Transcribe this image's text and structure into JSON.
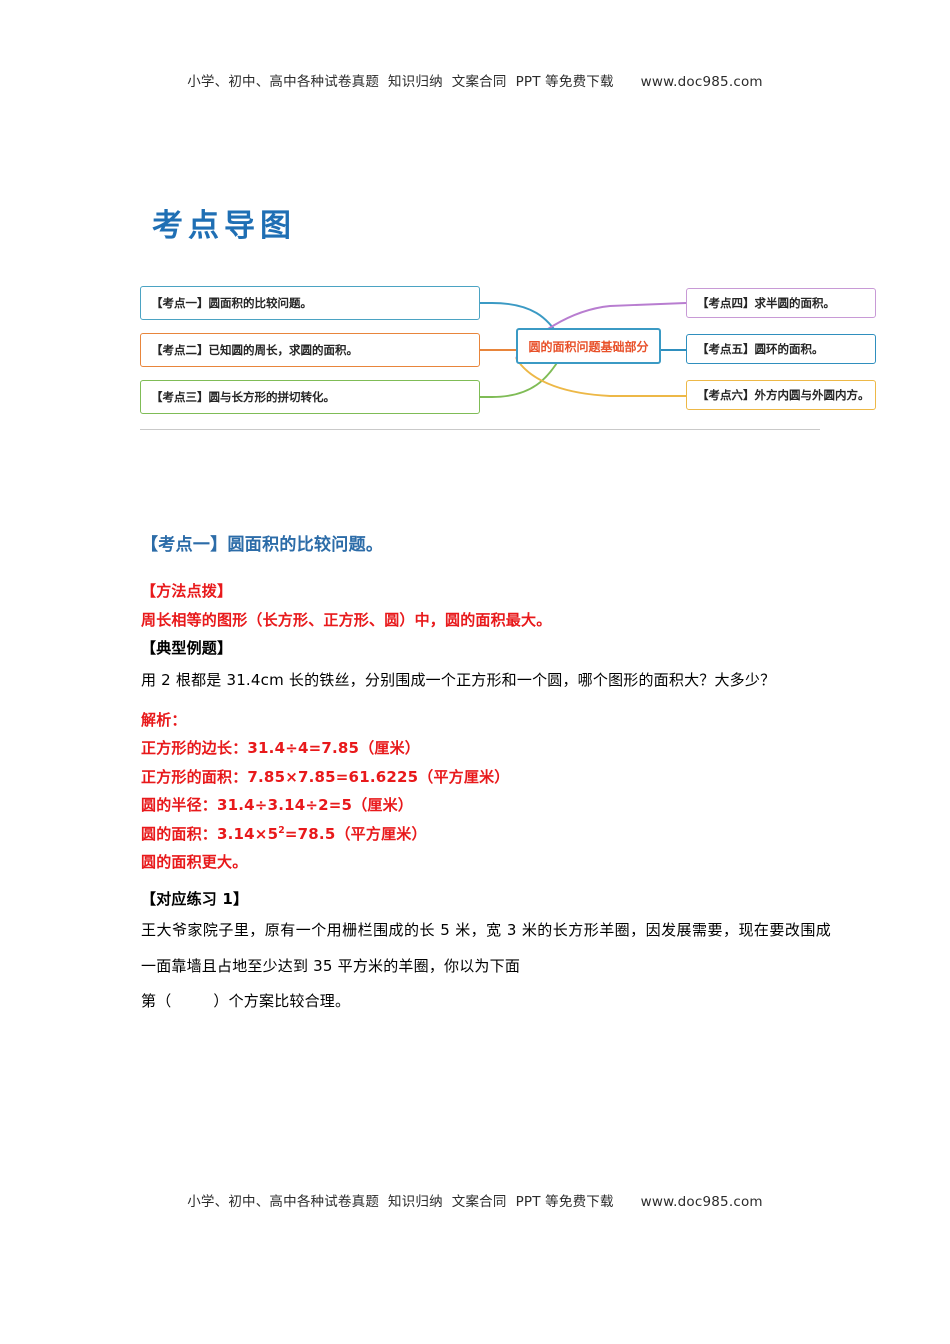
{
  "watermark": {
    "text": "小学、初中、高中各种试卷真题  知识归纳  文案合同  PPT 等免费下载      www.doc985.com"
  },
  "title": "考点导图",
  "mindmap": {
    "center": "圆的面积问题基础部分",
    "left_nodes": [
      {
        "label": "【考点一】圆面积的比较问题。",
        "color": "#4ba3c3"
      },
      {
        "label": "【考点二】已知圆的周长，求圆的面积。",
        "color": "#e8853b"
      },
      {
        "label": "【考点三】圆与长方形的拼切转化。",
        "color": "#7fbc56"
      }
    ],
    "right_nodes": [
      {
        "label": "【考点四】求半圆的面积。",
        "color": "#c89ad6"
      },
      {
        "label": "【考点五】圆环的面积。",
        "color": "#2f8fbe"
      },
      {
        "label": "【考点六】外方内圆与外圆内方。",
        "color": "#edb847"
      }
    ]
  },
  "section": {
    "heading": "【考点一】圆面积的比较问题。",
    "method_label": "【方法点拨】",
    "method_text": "周长相等的图形（长方形、正方形、圆）中，圆的面积最大。",
    "example_label": "【典型例题】",
    "example_text": "用 2 根都是 31.4cm 长的铁丝，分别围成一个正方形和一个圆，哪个图形的面积大？大多少？",
    "analysis_label": "解析：",
    "analysis_lines": [
      "正方形的边长：31.4÷4=7.85（厘米）",
      "正方形的面积：7.85×7.85=61.6225（平方厘米）",
      "圆的半径：31.4÷3.14÷2=5（厘米）"
    ],
    "circle_area_prefix": "圆的面积：3.14×5",
    "circle_area_sup": "2",
    "circle_area_suffix": "=78.5（平方厘米）",
    "conclusion": "圆的面积更大。",
    "practice_label": "【对应练习 1】",
    "practice_text": "王大爷家院子里，原有一个用栅栏围成的长 5 米，宽 3 米的长方形羊圈，因发展需要，现在要改围成一面靠墙且占地至少达到 35 平方米的羊圈，你以为下面",
    "practice_tail_prefix": "第（",
    "practice_tail_suffix": "）个方案比较合理。"
  }
}
